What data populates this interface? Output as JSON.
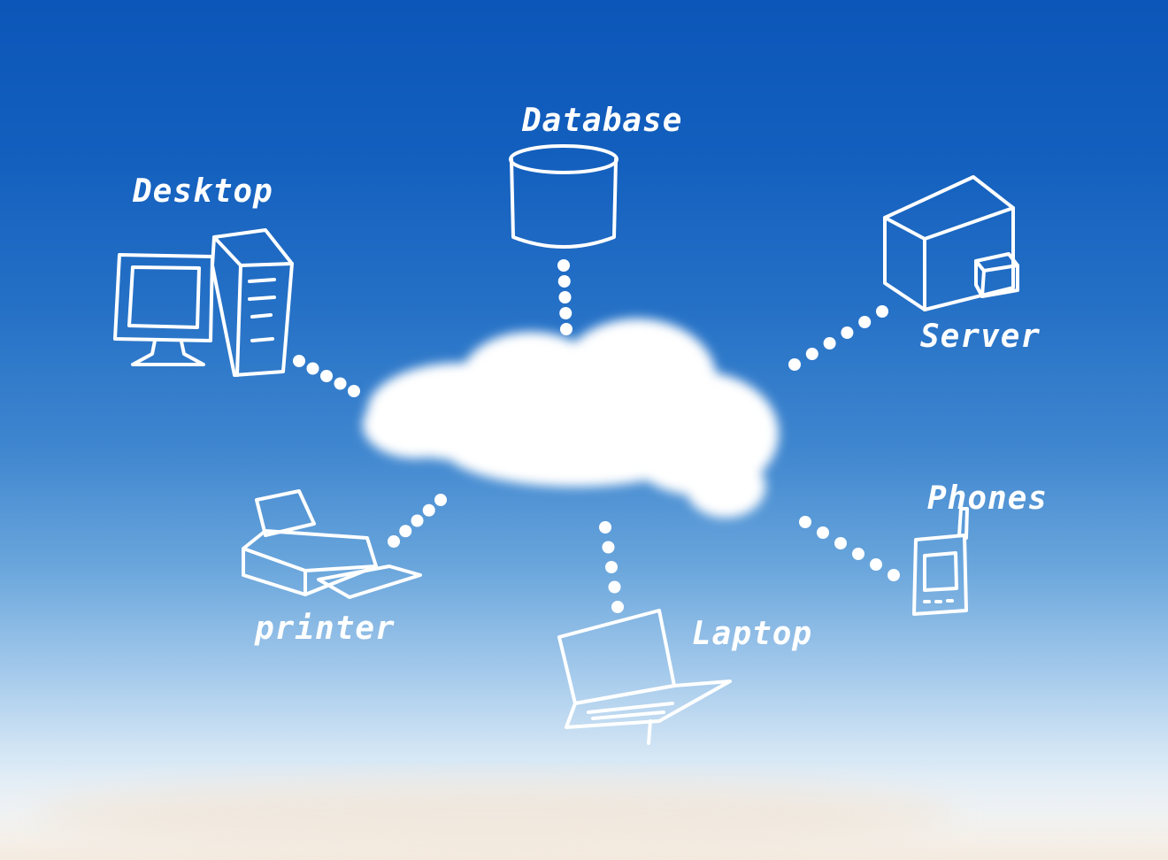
{
  "diagram": {
    "center": {
      "icon": "cloud-icon"
    },
    "nodes": [
      {
        "id": "database",
        "label": "Database",
        "icon": "database-icon"
      },
      {
        "id": "desktop",
        "label": "Desktop",
        "icon": "desktop-computer-icon"
      },
      {
        "id": "server",
        "label": "Server",
        "icon": "server-icon"
      },
      {
        "id": "phones",
        "label": "Phones",
        "icon": "phone-icon"
      },
      {
        "id": "laptop",
        "label": "Laptop",
        "icon": "laptop-icon"
      },
      {
        "id": "printer",
        "label": "printer",
        "icon": "printer-icon"
      }
    ],
    "connector_style": "dotted"
  }
}
